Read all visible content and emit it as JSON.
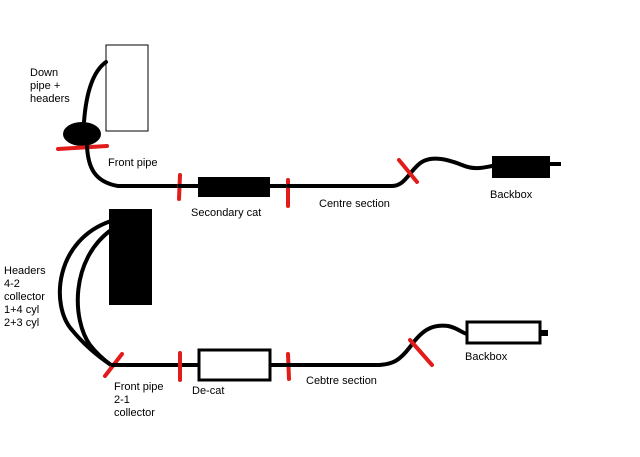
{
  "colors": {
    "pipe": "#000000",
    "joint": "#e21b1b",
    "background": "#ffffff"
  },
  "labels": {
    "down_pipe_headers": "Down\npipe +\nheaders",
    "front_pipe_top": "Front pipe",
    "secondary_cat": "Secondary cat",
    "centre_section": "Centre section",
    "backbox_top": "Backbox",
    "headers_collector": "Headers\n4-2\ncollector\n1+4 cyl\n2+3 cyl",
    "front_pipe_collector": "Front pipe\n2-1\ncollector",
    "de_cat": "De-cat",
    "cebtre_section": "Cebtre section",
    "backbox_bottom": "Backbox"
  }
}
